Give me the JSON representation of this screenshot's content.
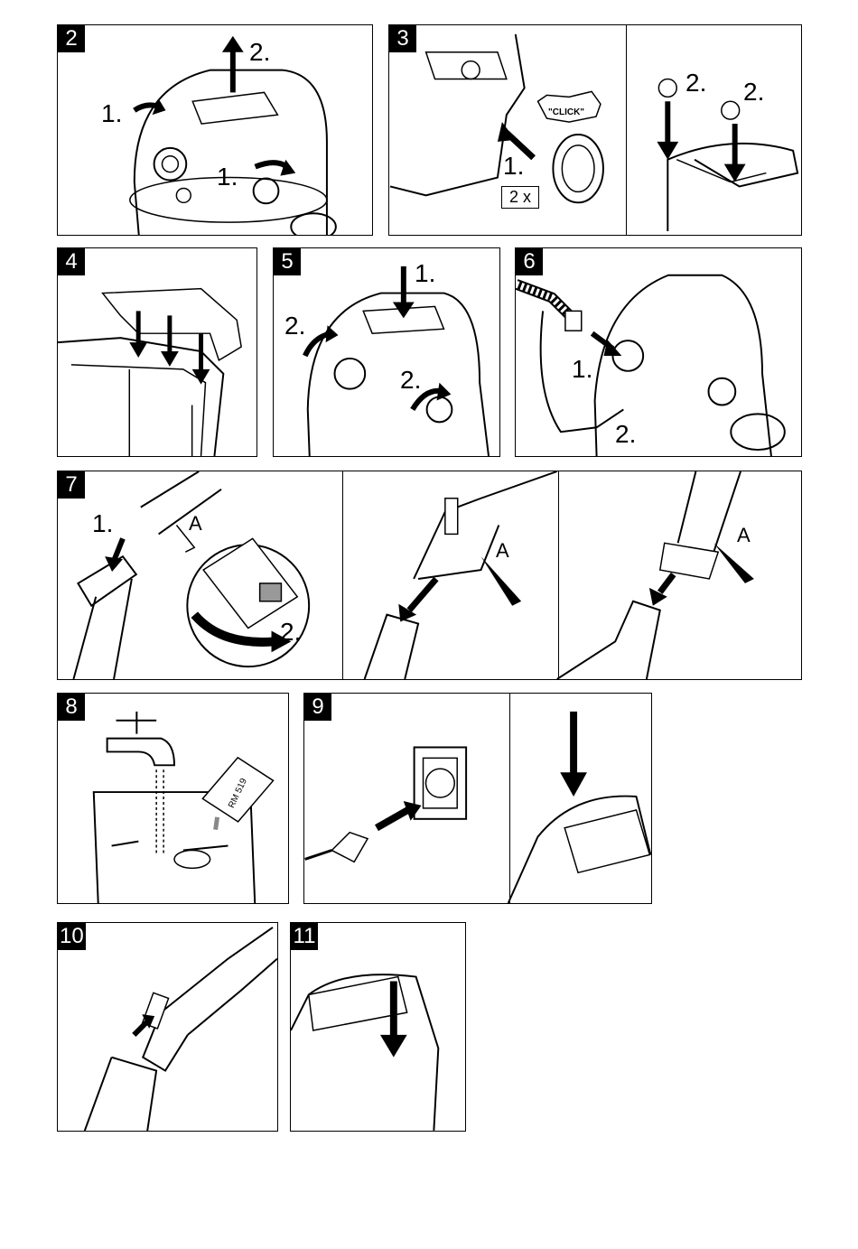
{
  "figures": {
    "f2": {
      "num": "2",
      "a": "2.",
      "b": "1.",
      "c": "1."
    },
    "f3": {
      "num": "3",
      "click": "\"CLICK\"",
      "a": "1.",
      "count": "2 x",
      "b": "2.",
      "c": "2."
    },
    "f4": {
      "num": "4"
    },
    "f5": {
      "num": "5",
      "a": "1.",
      "b": "2.",
      "c": "2."
    },
    "f6": {
      "num": "6",
      "a": "1.",
      "b": "2."
    },
    "f7": {
      "num": "7",
      "a": "1.",
      "b": "A",
      "c": "2.",
      "d": "A",
      "e": "A"
    },
    "f8": {
      "num": "8",
      "product": "RM 519"
    },
    "f9": {
      "num": "9"
    },
    "f10": {
      "num": "10"
    },
    "f11": {
      "num": "11"
    }
  },
  "colors": {
    "line": "#000000",
    "fill": "#ffffff",
    "shade": "#d8d8d8"
  }
}
